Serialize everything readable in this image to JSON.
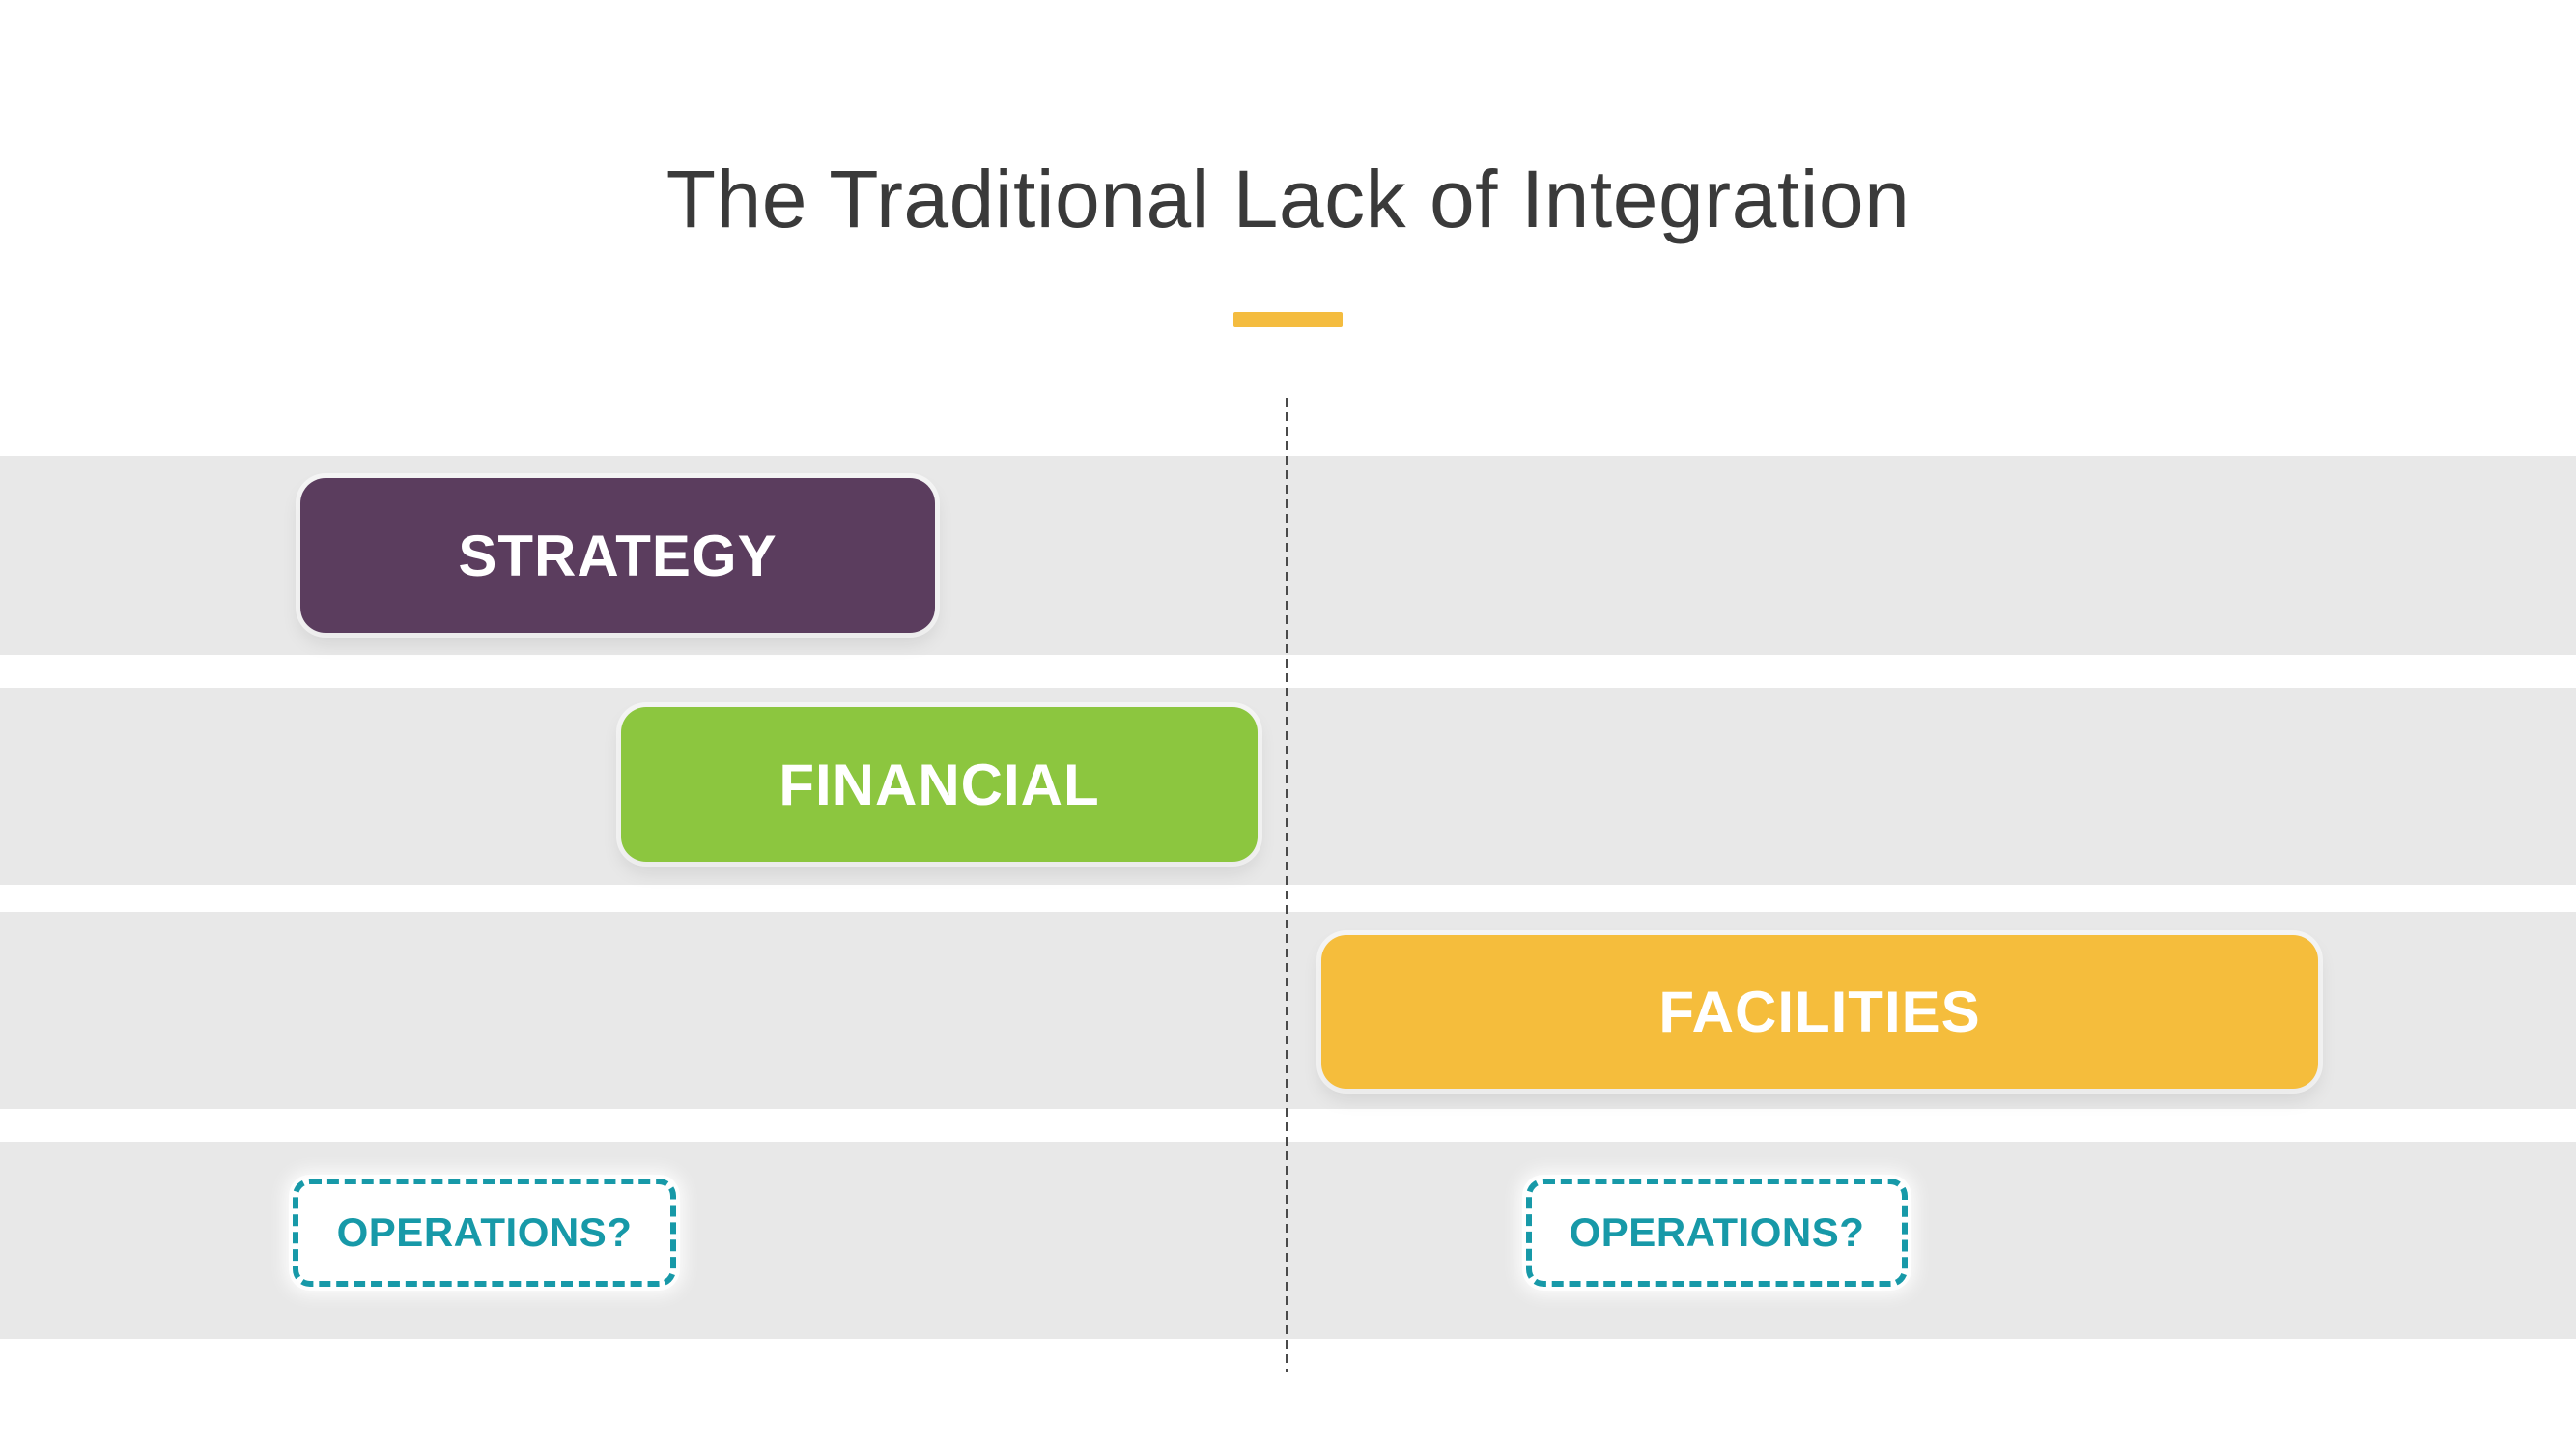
{
  "title": {
    "text": "The Traditional Lack of Integration"
  },
  "colors": {
    "page_bg": "#FFFFFF",
    "title_text": "#3A3A3A",
    "accent_gold": "#F4BC3F",
    "band_gray": "#E8E8E8",
    "divider_gray": "#4A4A4A",
    "strategy_purple": "#5B3D5E",
    "financial_green": "#8CC63F",
    "facilities_gold": "#F5BD3C",
    "operations_teal": "#1799A8",
    "box_text_white": "#FFFFFF"
  },
  "boxes": {
    "strategy": {
      "label": "STRATEGY"
    },
    "financial": {
      "label": "FINANCIAL"
    },
    "facilities": {
      "label": "FACILITIES"
    },
    "operations_left": {
      "label": "OPERATIONS?"
    },
    "operations_right": {
      "label": "OPERATIONS?"
    }
  }
}
